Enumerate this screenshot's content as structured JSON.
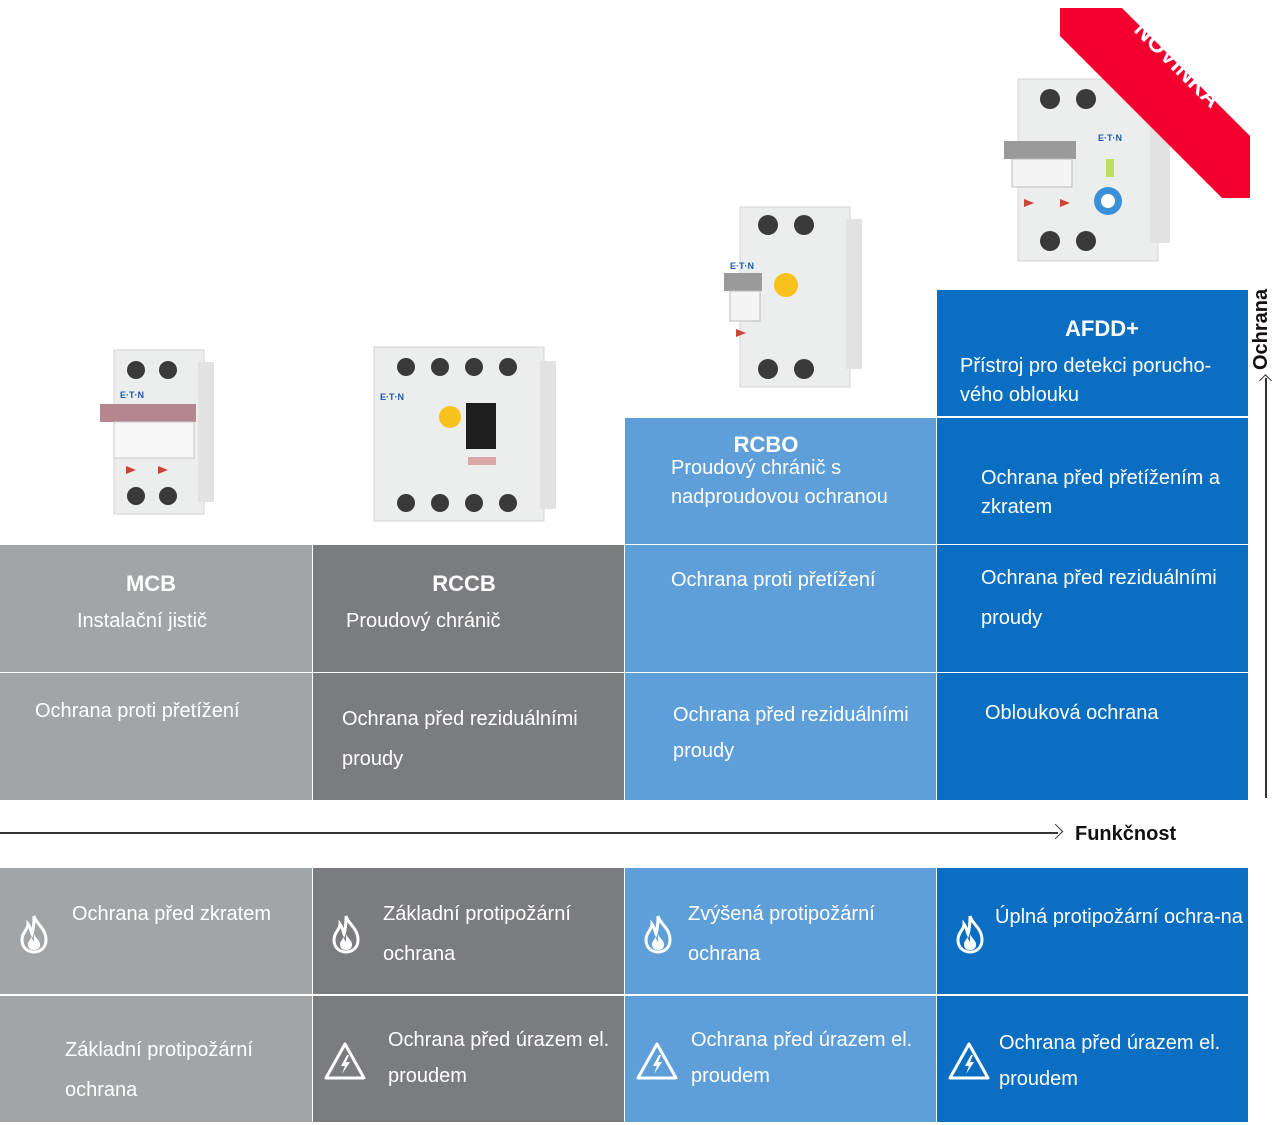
{
  "badge": {
    "label": "NOVINKA",
    "color": "#f4002e"
  },
  "axes": {
    "horizontal": "Funkčnost",
    "vertical": "Ochrana"
  },
  "colors": {
    "mcb": "#a2a5a8",
    "rccb": "#7b7c7f",
    "rcbo": "#5e9fd9",
    "afdd": "#0a6fc2"
  },
  "products": [
    {
      "code": "MCB",
      "name": "Instalační jistič",
      "features": [
        "Ochrana proti přetížení"
      ],
      "bottom": [
        {
          "icon": "fire-icon",
          "text": "Ochrana před zkratem"
        },
        {
          "icon": "",
          "text": "Základní protipožární ochrana"
        }
      ]
    },
    {
      "code": "RCCB",
      "name": "Proudový chránič",
      "features": [
        "Ochrana před reziduálními proudy"
      ],
      "bottom": [
        {
          "icon": "fire-icon",
          "text": "Základní protipožární ochrana"
        },
        {
          "icon": "electric-hazard-icon",
          "text": "Ochrana před úrazem el. proudem"
        }
      ]
    },
    {
      "code": "RCBO",
      "name": "Proudový chránič s nadproudovou ochranou",
      "features": [
        "Ochrana proti přetížení",
        "Ochrana před reziduálními proudy"
      ],
      "bottom": [
        {
          "icon": "fire-icon",
          "text": "Zvýšená protipožární ochrana"
        },
        {
          "icon": "electric-hazard-icon",
          "text": "Ochrana před úrazem el. proudem"
        }
      ]
    },
    {
      "code": "AFDD+",
      "name": "Přístroj pro detekci porucho-vého oblouku",
      "features": [
        "Ochrana před přetížením a zkratem",
        "Ochrana před  reziduálními proudy",
        "Oblouková ochrana"
      ],
      "bottom": [
        {
          "icon": "fire-icon",
          "text": "Úplná protipožární ochra-na"
        },
        {
          "icon": "electric-hazard-icon",
          "text": "Ochrana před úrazem el. proudem"
        }
      ]
    }
  ]
}
